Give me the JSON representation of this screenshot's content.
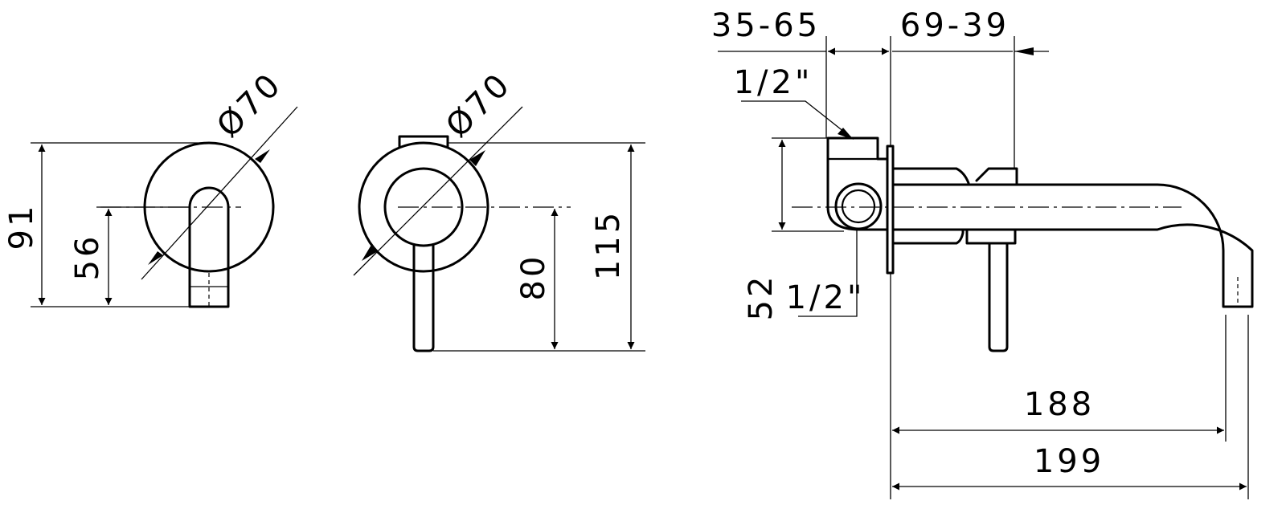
{
  "dimensions": {
    "front_height": "91",
    "front_axis_height": "56",
    "front_diameter": "Ø70",
    "rear_diameter": "Ø70",
    "rear_axis_height": "80",
    "rear_height": "115",
    "wall_depth_range": "35-65",
    "body_depth_range": "69-39",
    "inlet_thread_top": "1/2\"",
    "inlet_thread_bottom": "1/2\"",
    "inlet_height": "52",
    "spout_projection": "188",
    "overall_projection": "199"
  }
}
